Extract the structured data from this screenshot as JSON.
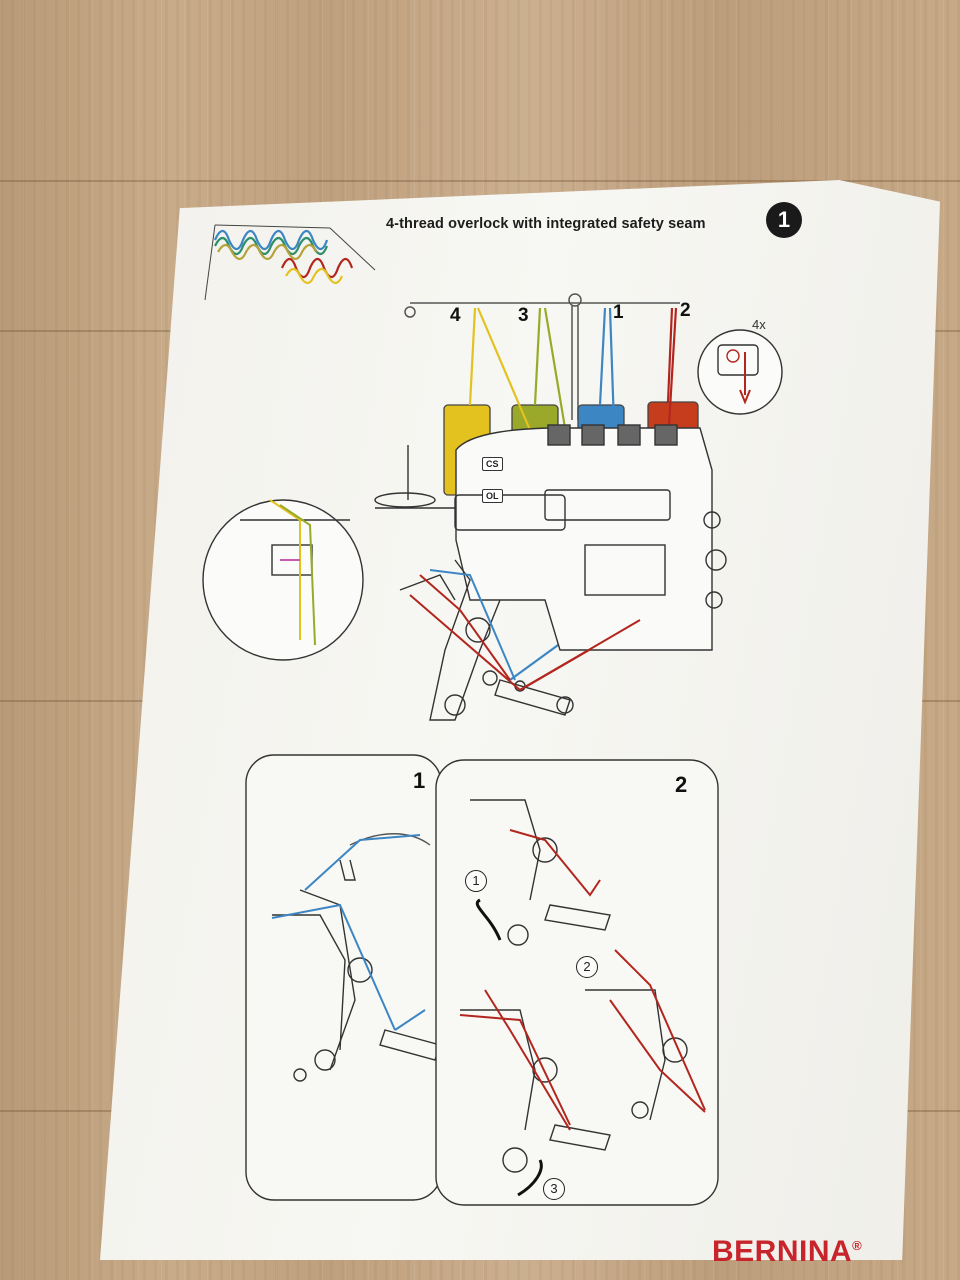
{
  "header": {
    "title": "4-thread overlock with integrated safety seam",
    "step_badge": "1"
  },
  "thread_labels": [
    "4",
    "3",
    "1",
    "2"
  ],
  "repeat_hint": "4x",
  "machine_tags": [
    "CS",
    "OL"
  ],
  "panels": {
    "left": {
      "number": "1"
    },
    "right": {
      "number": "2",
      "steps": [
        "1",
        "2",
        "3"
      ]
    }
  },
  "brand": {
    "name": "BERNINA",
    "mark": "®"
  },
  "colors": {
    "thread_4": "#e3c21f",
    "thread_3": "#9aa92a",
    "thread_1": "#3d86c4",
    "thread_2": "#b3261e",
    "brand": "#c8242b"
  }
}
